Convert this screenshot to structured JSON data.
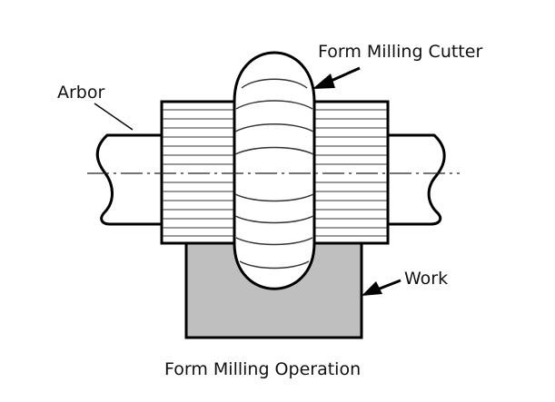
{
  "diagram": {
    "labels": {
      "cutter": "Form Milling Cutter",
      "arbor": "Arbor",
      "work": "Work",
      "caption": "Form Milling Operation"
    },
    "colors": {
      "outline": "#000000",
      "work_fill": "#bfbfbf",
      "body_fill": "#ffffff",
      "text": "#111111"
    }
  }
}
